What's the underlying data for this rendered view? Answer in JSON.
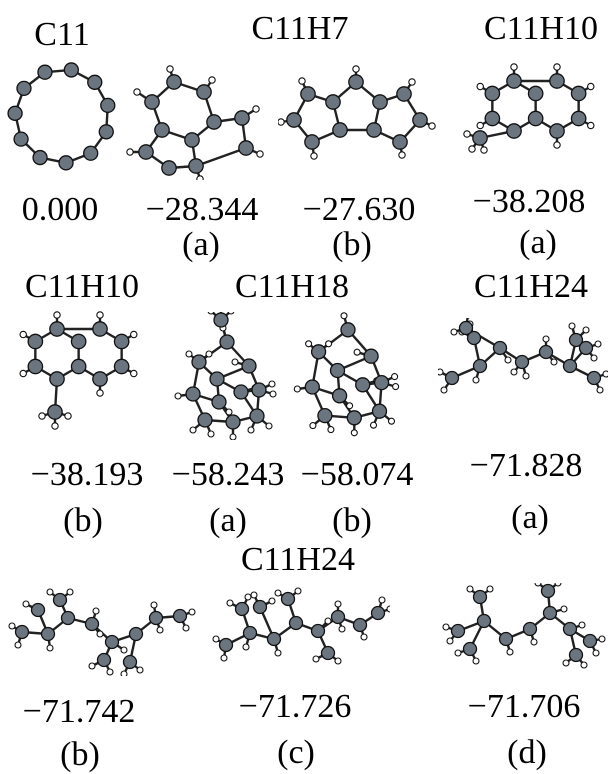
{
  "molecules": [
    {
      "formula": "C11",
      "energy": "0.000",
      "tag": ""
    },
    {
      "formula": "C11H7",
      "energy": "−28.344",
      "tag": "(a)"
    },
    {
      "formula": "",
      "energy": "−27.630",
      "tag": "(b)"
    },
    {
      "formula": "C11H10",
      "energy": "−38.208",
      "tag": "(a)"
    },
    {
      "formula": "C11H10",
      "energy": "−38.193",
      "tag": "(b)"
    },
    {
      "formula": "C11H18",
      "energy": "−58.243",
      "tag": "(a)"
    },
    {
      "formula": "",
      "energy": "−58.074",
      "tag": "(b)"
    },
    {
      "formula": "C11H24",
      "energy": "−71.828",
      "tag": "(a)"
    },
    {
      "formula": "",
      "energy": "−71.742",
      "tag": "(b)"
    },
    {
      "formula": "C11H24",
      "energy": "−71.726",
      "tag": "(c)"
    },
    {
      "formula": "",
      "energy": "−71.706",
      "tag": "(d)"
    }
  ],
  "colors": {
    "carbon": "#6a7580",
    "hydrogen": "#ffffff",
    "bond": "#222222"
  }
}
